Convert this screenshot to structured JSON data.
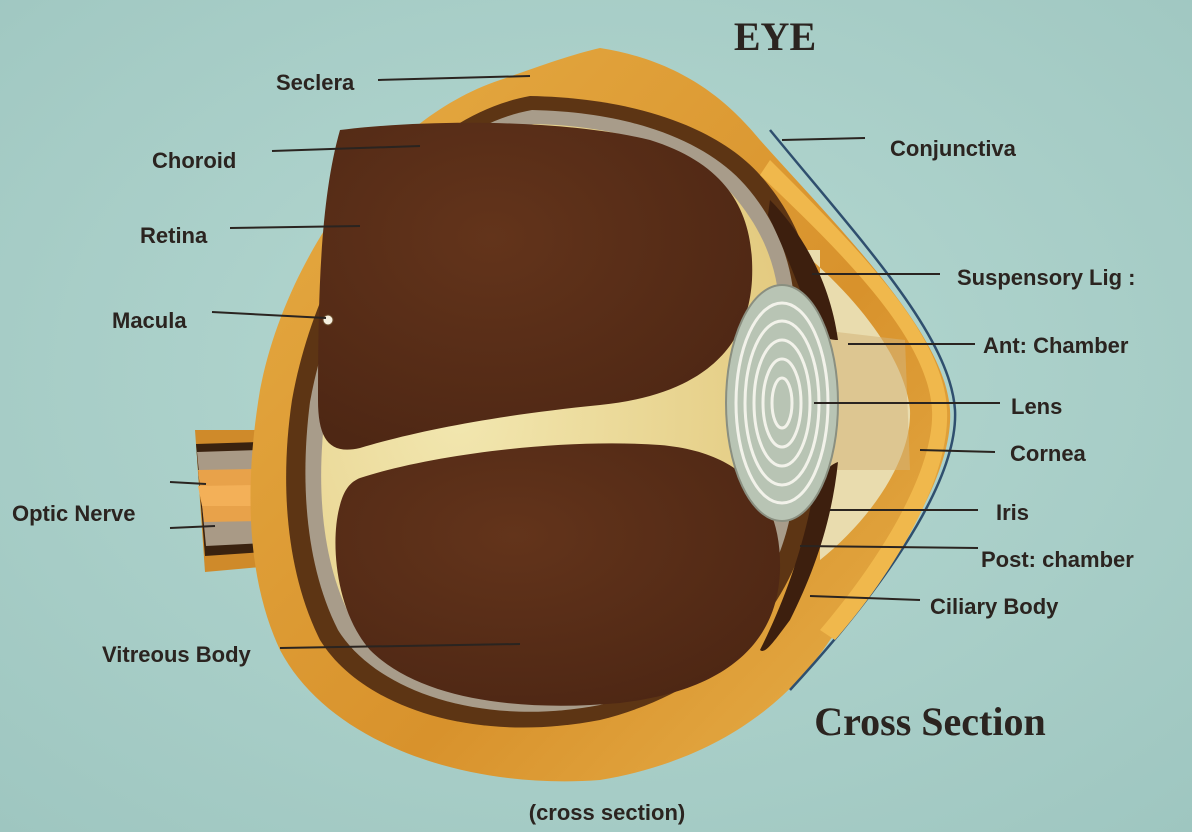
{
  "title": "EYE",
  "subtitle": "Cross Section",
  "caption": "(cross section)",
  "labels": {
    "sclera": "Seclera",
    "choroid": "Choroid",
    "retina": "Retina",
    "macula": "Macula",
    "optic_nerve": "Optic Nerve",
    "vitreous_body": "Vitreous Body",
    "conjunctiva": "Conjunctiva",
    "suspensory_lig": "Suspensory Lig :",
    "ant_chamber": "Ant: Chamber",
    "lens": "Lens",
    "cornea": "Cornea",
    "iris": "Iris",
    "post_chamber": "Post: chamber",
    "ciliary_body": "Ciliary Body"
  },
  "colors": {
    "background": "#a9cfc9",
    "sclera": "#e0a33c",
    "choroid": "#6a3b16",
    "retina": "#a99a86",
    "vitreous": "#5a2e18",
    "fluid": "#efe6a8",
    "lens": "#b7c3b4",
    "text": "#2b2420"
  }
}
